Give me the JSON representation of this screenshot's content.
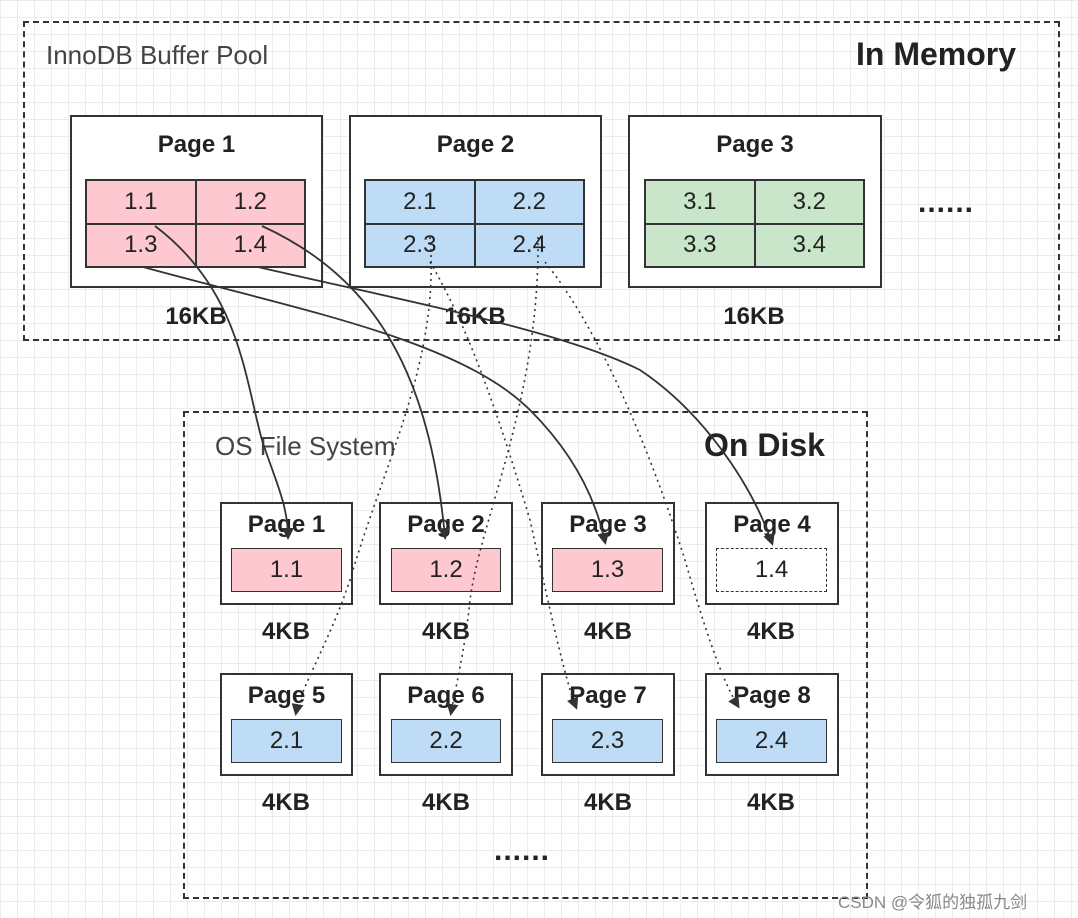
{
  "memory": {
    "title": "InnoDB Buffer Pool",
    "badge": "In Memory",
    "ellipsis": "......",
    "pages": [
      {
        "title": "Page 1",
        "cells": [
          "1.1",
          "1.2",
          "1.3",
          "1.4"
        ],
        "size": "16KB",
        "color": "#fdc8cf"
      },
      {
        "title": "Page 2",
        "cells": [
          "2.1",
          "2.2",
          "2.3",
          "2.4"
        ],
        "size": "16KB",
        "color": "#bfdcf6"
      },
      {
        "title": "Page 3",
        "cells": [
          "3.1",
          "3.2",
          "3.3",
          "3.4"
        ],
        "size": "16KB",
        "color": "#c9e6cb"
      }
    ]
  },
  "disk": {
    "title": "OS File System",
    "badge": "On Disk",
    "ellipsis": "......",
    "pages": [
      {
        "title": "Page 1",
        "cell": "1.1",
        "size": "4KB",
        "color": "#fdc8cf",
        "dashed": false
      },
      {
        "title": "Page 2",
        "cell": "1.2",
        "size": "4KB",
        "color": "#fdc8cf",
        "dashed": false
      },
      {
        "title": "Page 3",
        "cell": "1.3",
        "size": "4KB",
        "color": "#fdc8cf",
        "dashed": false
      },
      {
        "title": "Page 4",
        "cell": "1.4",
        "size": "4KB",
        "color": "#ffffff",
        "dashed": true
      },
      {
        "title": "Page 5",
        "cell": "2.1",
        "size": "4KB",
        "color": "#bfdcf6",
        "dashed": false
      },
      {
        "title": "Page 6",
        "cell": "2.2",
        "size": "4KB",
        "color": "#bfdcf6",
        "dashed": false
      },
      {
        "title": "Page 7",
        "cell": "2.3",
        "size": "4KB",
        "color": "#bfdcf6",
        "dashed": false
      },
      {
        "title": "Page 8",
        "cell": "2.4",
        "size": "4KB",
        "color": "#bfdcf6",
        "dashed": false
      }
    ]
  },
  "watermark": "CSDN @令狐的独孤九剑"
}
